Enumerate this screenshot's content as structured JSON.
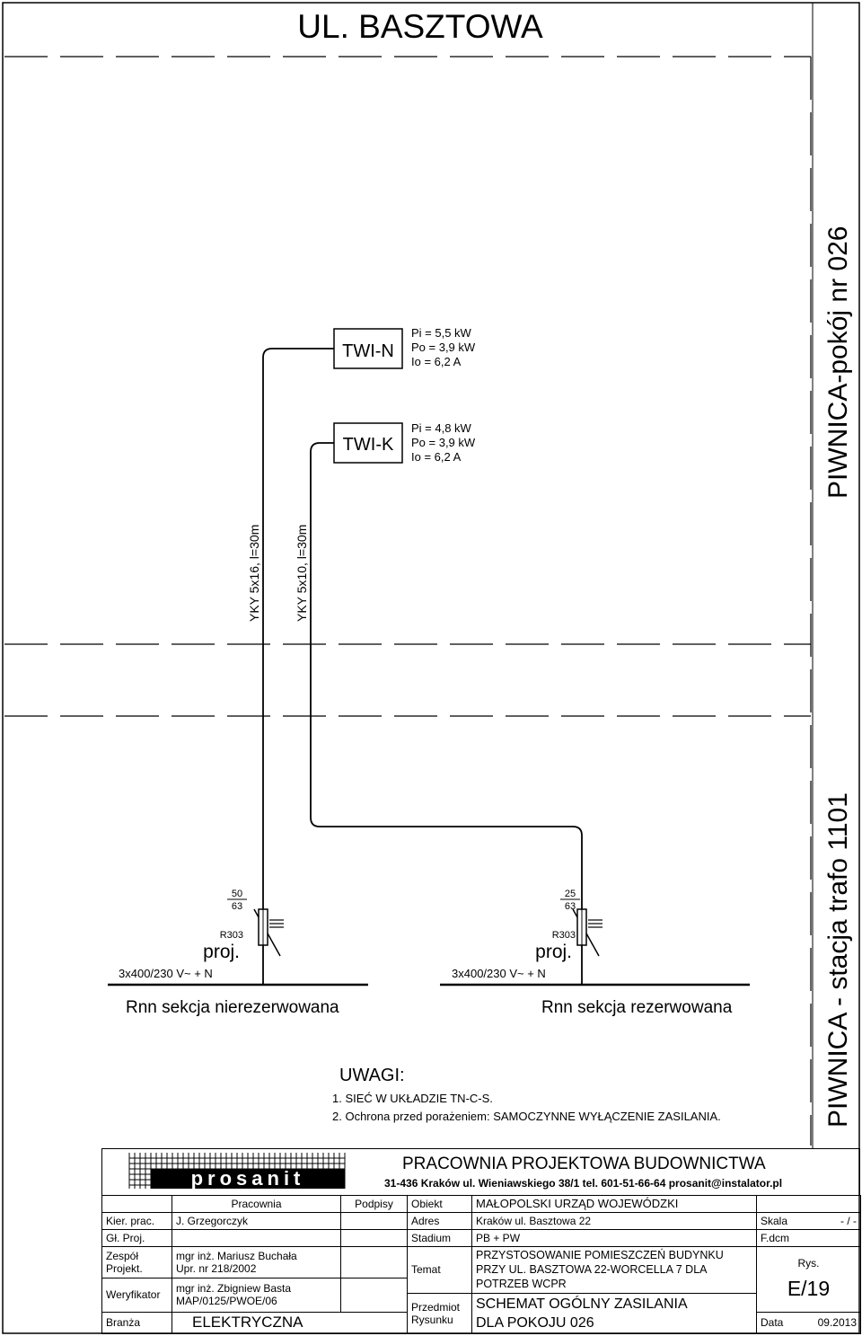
{
  "drawing": {
    "street_title": "UL. BASZTOWA",
    "room_upper": "PIWNICA-pokój nr 026",
    "room_lower": "PIWNICA - stacja trafo 1101",
    "twi_n": {
      "label": "TWI-N",
      "pi": "Pi = 5,5 kW",
      "po": "Po = 3,9 kW",
      "io": "Io = 6,2 A"
    },
    "twi_k": {
      "label": "TWI-K",
      "pi": "Pi = 4,8 kW",
      "po": "Po = 3,9 kW",
      "io": "Io = 6,2 A"
    },
    "cable_1": "YKY 5x16, l=30m",
    "cable_2": "YKY 5x10, l=30m",
    "left_section": {
      "fuse_top": "50",
      "fuse_bottom": "63",
      "fuse_type": "R303",
      "proj": "proj.",
      "supply": "3x400/230 V~ + N",
      "name": "Rnn sekcja nierezerwowana"
    },
    "right_section": {
      "fuse_top": "25",
      "fuse_bottom": "63",
      "fuse_type": "R303",
      "proj": "proj.",
      "supply": "3x400/230 V~ + N",
      "name": "Rnn sekcja rezerwowana"
    },
    "notes": {
      "title": "UWAGI:",
      "items": [
        "1.   SIEĆ W UKŁADZIE TN-C-S.",
        "2.   Ochrona przed porażeniem: SAMOCZYNNE WYŁĄCZENIE ZASILANIA."
      ]
    }
  },
  "titleblock": {
    "logo_text": "prosanit",
    "company": "PRACOWNIA PROJEKTOWA BUDOWNICTWA",
    "address": "31-436 Kraków ul. Wieniawskiego 38/1 tel. 601-51-66-64 prosanit@instalator.pl",
    "pracownia": "Pracownia",
    "podpisy": "Podpisy",
    "kier_prac": "Kier. prac.",
    "kier_prac_name": "J. Grzegorczyk",
    "gl_proj": "Gł. Proj.",
    "zespol": "Zespół",
    "projekt": "Projekt.",
    "designer_name": "mgr inż. Mariusz Buchała",
    "designer_lic": "Upr. nr 218/2002",
    "weryfikator": "Weryfikator",
    "verifier_name": "mgr inż. Zbigniew Basta",
    "verifier_lic": "MAP/0125/PWOE/06",
    "branza": "Branża",
    "branza_val": "ELEKTRYCZNA",
    "obiekt": "Obiekt",
    "obiekt_val": "MAŁOPOLSKI URZĄD WOJEWÓDZKI",
    "adres": "Adres",
    "adres_val": "Kraków  ul. Basztowa 22",
    "stadium": "Stadium",
    "stadium_val": "PB + PW",
    "temat": "Temat",
    "temat_val_1": "PRZYSTOSOWANIE POMIESZCZEŃ BUDYNKU",
    "temat_val_2": "PRZY UL. BASZTOWA 22-WORCELLA 7 DLA",
    "temat_val_3": "POTRZEB WCPR",
    "przedmiot": "Przedmiot",
    "rysunku": "Rysunku",
    "przedmiot_val_1": "SCHEMAT OGÓLNY ZASILANIA",
    "przedmiot_val_2": "DLA POKOJU 026",
    "skala": "Skala",
    "skala_val": "- / -",
    "file": "F.dcm",
    "rys": "Rys.",
    "rys_val": "E/19",
    "data": "Data",
    "data_val": "09.2013"
  }
}
